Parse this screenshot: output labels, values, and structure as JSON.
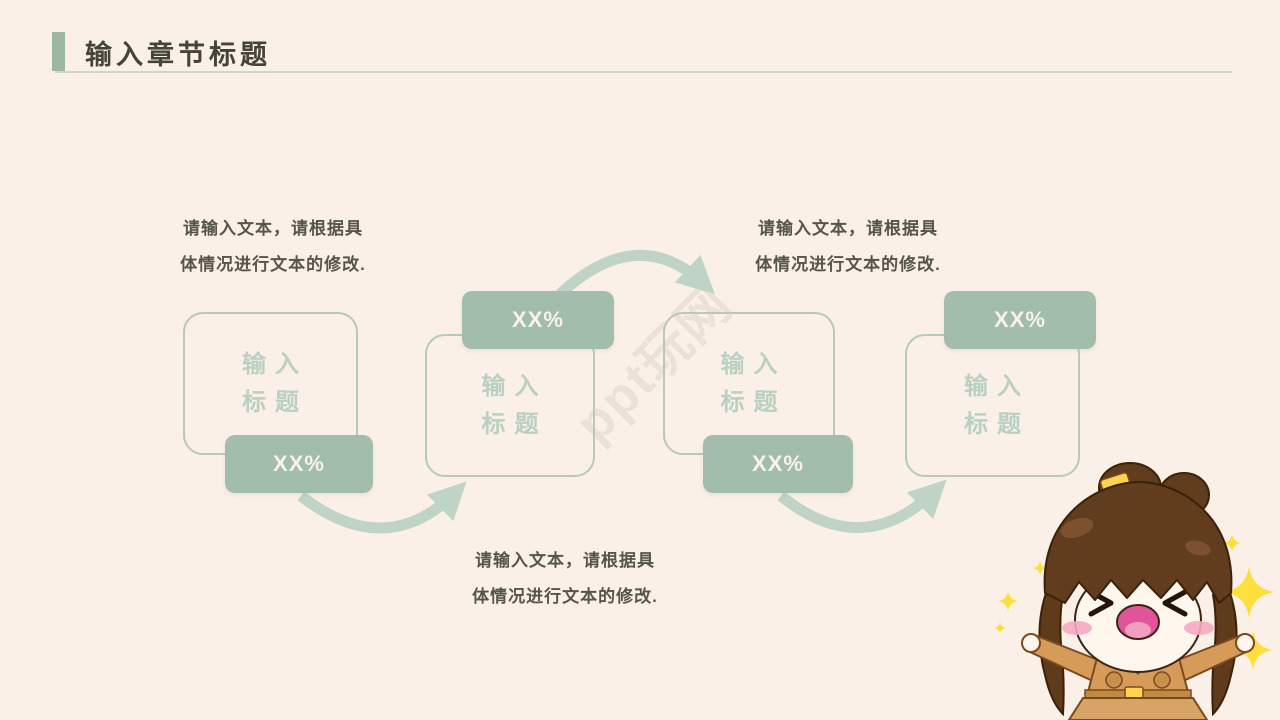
{
  "slide": {
    "header": {
      "title": "输入章节标题"
    },
    "watermark": "ppt玩网",
    "steps": [
      {
        "line1": "输入",
        "line2": "标题",
        "badge": "XX%",
        "badge_position": "bottom"
      },
      {
        "line1": "输入",
        "line2": "标题",
        "badge": "XX%",
        "badge_position": "top"
      },
      {
        "line1": "输入",
        "line2": "标题",
        "badge": "XX%",
        "badge_position": "bottom"
      },
      {
        "line1": "输入",
        "line2": "标题",
        "badge": "XX%",
        "badge_position": "top"
      }
    ],
    "captions": [
      {
        "line1": "请输入文本，请根据具",
        "line2": "体情况进行文本的修改."
      },
      {
        "line1": "请输入文本，请根据具",
        "line2": "体情况进行文本的修改."
      },
      {
        "line1": "请输入文本，请根据具",
        "line2": "体情况进行文本的修改."
      }
    ],
    "colors": {
      "page_bg": "#faf0e8",
      "title_text": "#45443a",
      "accent_bar": "#9cb8a3",
      "divider": "#cdd8ca",
      "box_border": "#b5cabb",
      "box_text": "#bad0c2",
      "badge_bg": "#a3bdac",
      "badge_text": "#f7f3eb",
      "arrow": "#bfd3c6",
      "caption_text": "#56554b",
      "star": "#ffdf3d"
    }
  }
}
